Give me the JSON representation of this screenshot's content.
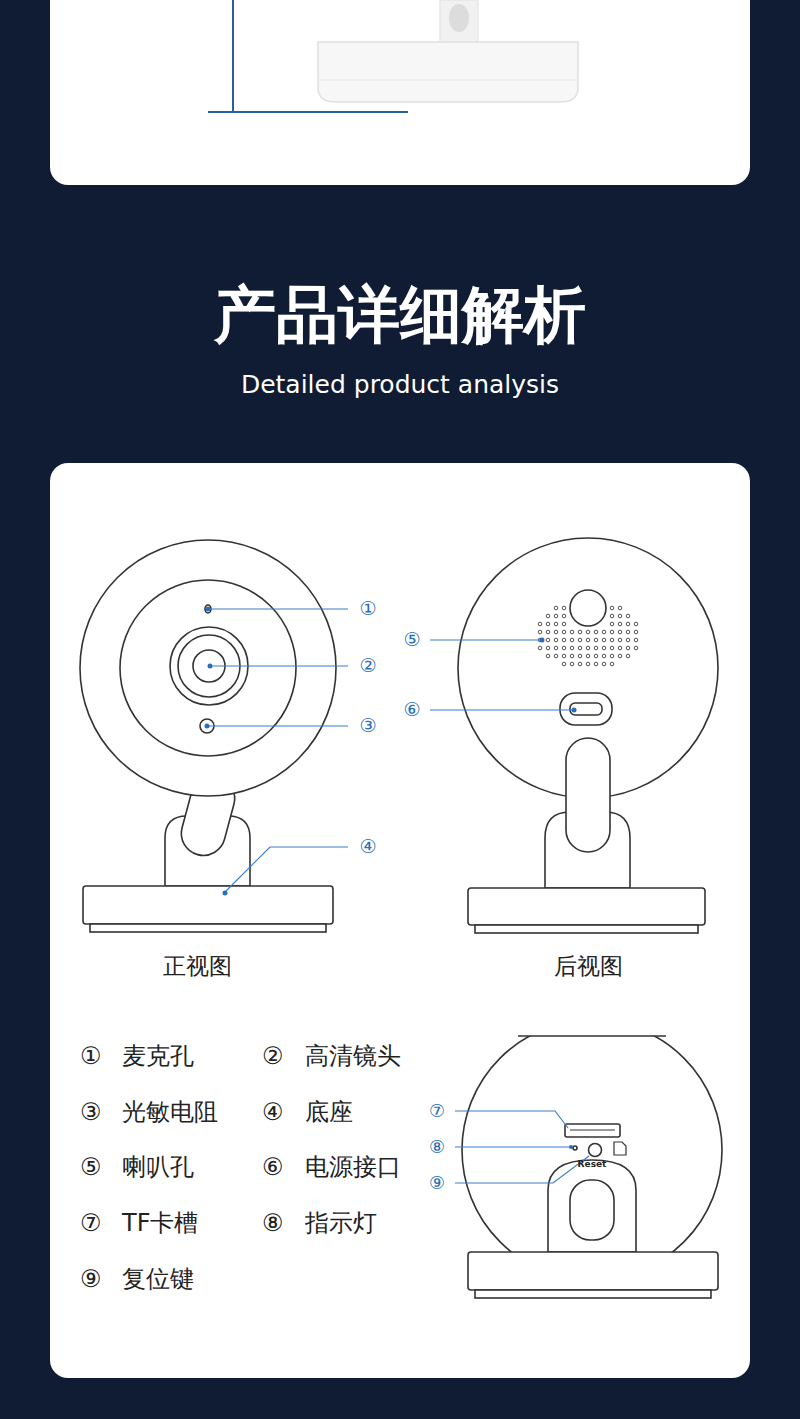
{
  "diagram": {
    "title": "产品详细解析",
    "labels": [
      "Detailed product analysis",
      "①",
      "②",
      "③",
      "④",
      "⑤",
      "⑥",
      "正视图",
      "后视图",
      "①",
      "麦克孔",
      "②",
      "高清镜头",
      "③",
      "光敏电阻",
      "④",
      "底座",
      "⑤",
      "喇叭孔",
      "⑥",
      "电源接口",
      "⑦",
      "TF卡槽",
      "⑧",
      "指示灯",
      "⑨",
      "复位键",
      "⑦",
      "⑧",
      "⑨",
      "Reset"
    ]
  }
}
